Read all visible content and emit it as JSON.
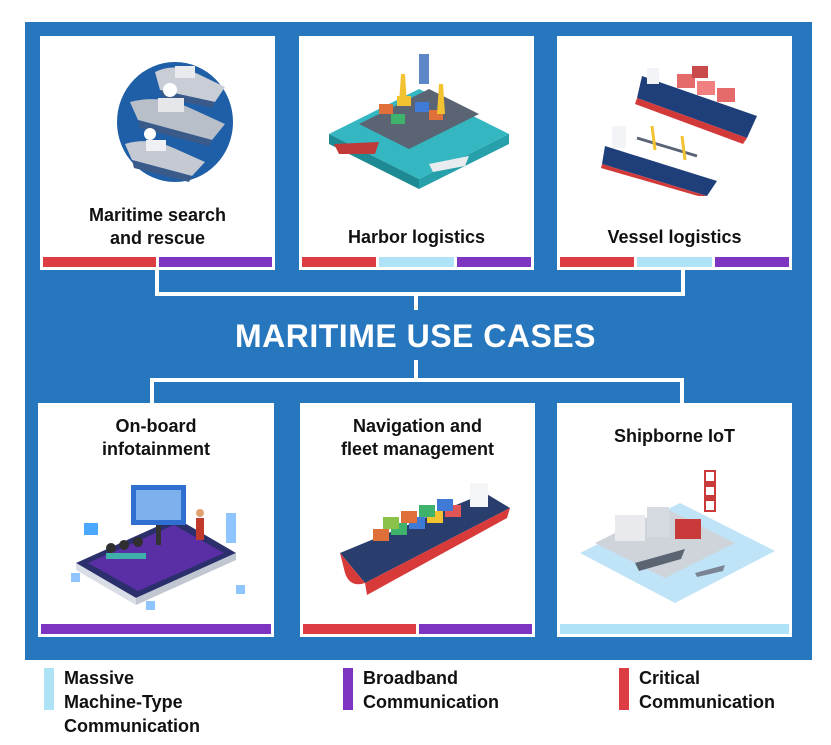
{
  "title": "MARITIME USE CASES",
  "colors": {
    "background": "#2677bd",
    "mmtc": "#aee3f7",
    "broadband": "#7d35c1",
    "critical": "#dc3c42"
  },
  "top_cards": [
    {
      "title": "Maritime search\nand rescue",
      "icon": "rescue-ships-illustration",
      "bars": [
        "critical",
        "broadband"
      ]
    },
    {
      "title": "Harbor logistics",
      "icon": "harbor-illustration",
      "bars": [
        "critical",
        "mmtc",
        "broadband"
      ]
    },
    {
      "title": "Vessel logistics",
      "icon": "cargo-vessels-illustration",
      "bars": [
        "critical",
        "mmtc",
        "broadband"
      ]
    }
  ],
  "bottom_cards": [
    {
      "title": "On-board\ninfotainment",
      "icon": "infotainment-illustration",
      "bars": [
        "broadband"
      ]
    },
    {
      "title": "Navigation and\nfleet management",
      "icon": "container-ship-illustration",
      "bars": [
        "critical",
        "broadband"
      ]
    },
    {
      "title": "Shipborne IoT",
      "icon": "port-iot-illustration",
      "bars": [
        "mmtc"
      ]
    }
  ],
  "legend": [
    {
      "key": "mmtc",
      "label": "Massive Machine-Type\nCommunication"
    },
    {
      "key": "broadband",
      "label": "Broadband\nCommunication"
    },
    {
      "key": "critical",
      "label": "Critical\nCommunication"
    }
  ]
}
